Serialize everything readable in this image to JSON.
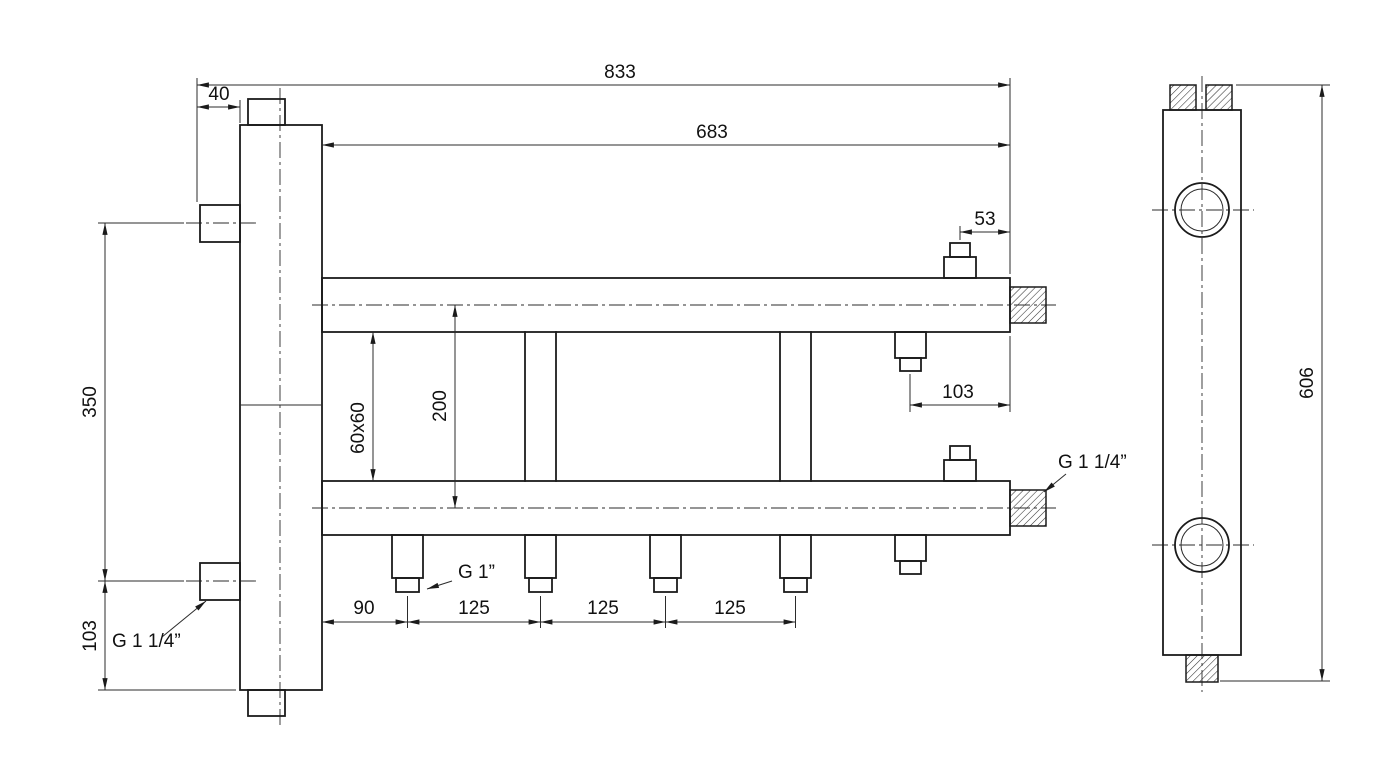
{
  "front_view": {
    "dim_overall": "833",
    "dim_manifold_length": "683",
    "dim_top_offset": "40",
    "dim_stub_to_end": "53",
    "dim_stub_to_end_2": "103",
    "dim_left_span": "350",
    "dim_left_bottom": "103",
    "dim_axis_spacing": "200",
    "dim_square_tube": "60x60",
    "dim_first_outlet": "90",
    "dim_outlet_a": "125",
    "dim_outlet_b": "125",
    "dim_outlet_c": "125",
    "label_outlet_thread": "G 1”",
    "label_left_thread": "G 1 1/4”",
    "label_right_thread": "G 1 1/4”"
  },
  "side_view": {
    "dim_height": "606"
  }
}
